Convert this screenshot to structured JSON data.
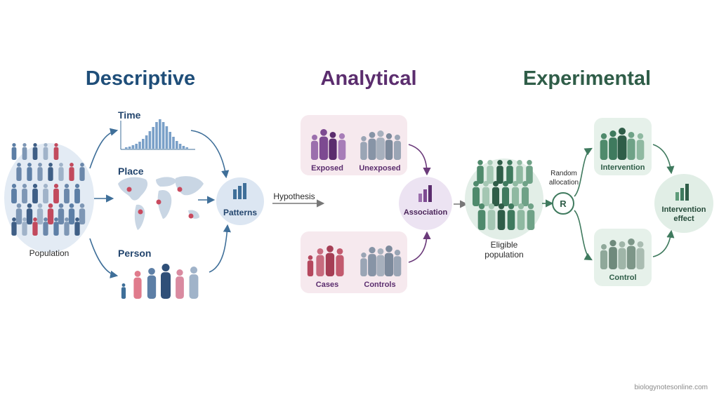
{
  "titles": {
    "descriptive": "Descriptive",
    "analytical": "Analytical",
    "experimental": "Experimental"
  },
  "descriptive": {
    "population": "Population",
    "time": "Time",
    "place": "Place",
    "person": "Person",
    "patterns": "Patterns"
  },
  "hypothesis": "Hypothesis",
  "analytical": {
    "exposed": "Exposed",
    "unexposed": "Unexposed",
    "cases": "Cases",
    "controls": "Controls",
    "association": "Association"
  },
  "experimental": {
    "eligible_line1": "Eligible",
    "eligible_line2": "population",
    "random_line1": "Random",
    "random_line2": "allocation",
    "r": "R",
    "intervention": "Intervention",
    "control": "Control",
    "effect_line1": "Intervention",
    "effect_line2": "effect"
  },
  "credit": "biologynotesonline.com",
  "colors": {
    "descriptive": "#1f4e79",
    "analytical": "#5b2d6e",
    "experimental": "#2f5d48"
  }
}
